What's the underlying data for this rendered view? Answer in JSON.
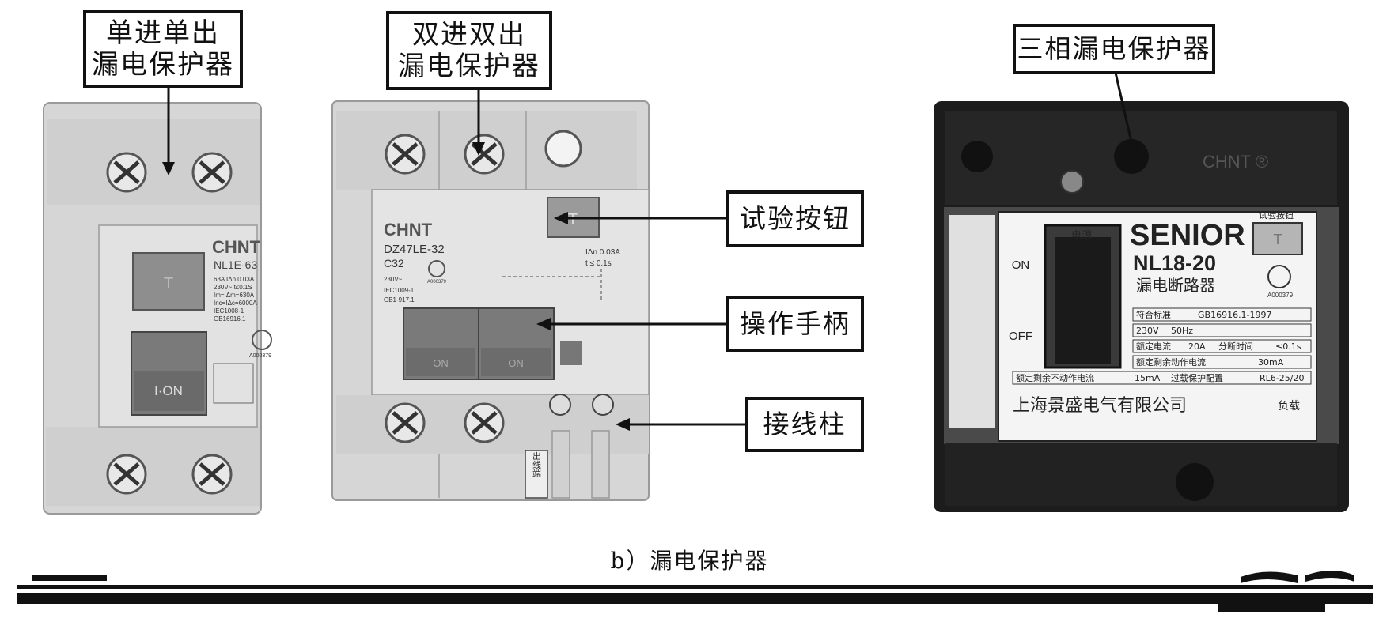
{
  "labels": {
    "dp1_line1": "单进单出",
    "dp1_line2": "漏电保护器",
    "dp2_line1": "双进双出",
    "dp2_line2": "漏电保护器",
    "three_phase": "三相漏电保护器",
    "test_button": "试验按钮",
    "handle": "操作手柄",
    "terminal": "接线柱"
  },
  "caption": "b）漏电保护器",
  "device1": {
    "brand": "CHNT",
    "model": "NL1E-63",
    "spec1": "63A  IΔn 0.03A",
    "spec2": "230V~  t≤0.1S",
    "spec3": "Im=IΔm=630A",
    "spec4": "Inc=IΔc=6000A",
    "spec5": "IEC1008-1",
    "spec6": "GB16916.1",
    "test": "T",
    "on_label": "I·ON",
    "cert": "A000379"
  },
  "device2": {
    "brand": "CHNT",
    "model": "DZ47LE-32",
    "rating": "C32",
    "spec1": "230V~",
    "spec2": "IEC1009-1",
    "spec3": "GB1-917.1",
    "ian": "IΔn   0.03A",
    "t": "t   ≤ 0.1s",
    "test": "T",
    "on1": "ON",
    "on2": "ON",
    "outlet": "出线端",
    "cert": "A000379"
  },
  "device3": {
    "brand": "CHNT ®",
    "series": "SENIOR",
    "model": "NL18-20",
    "name_cn": "漏电断路器",
    "power": "电源",
    "test_btn": "试验按钮",
    "test": "T",
    "on": "ON",
    "off": "OFF",
    "std_label": "符合标准",
    "std_value": "GB16916.1-1997",
    "v": "230V",
    "hz": "50Hz",
    "rated_current_label": "额定电流",
    "rated_current": "20A",
    "time_label": "分断时间",
    "time": "≤0.1s",
    "residual_label": "额定剩余动作电流",
    "residual": "30mA",
    "nonop_label": "额定剩余不动作电流",
    "nonop": "15mA",
    "overload_label": "过载保护配置",
    "overload": "RL6-25/20",
    "company": "上海景盛电气有限公司",
    "load": "负载",
    "cert": "A000379"
  },
  "colors": {
    "ink": "#111111",
    "device_body": "#d9d9d9",
    "device_dark": "#1c1c1c",
    "handle": "#7a7a7a"
  }
}
